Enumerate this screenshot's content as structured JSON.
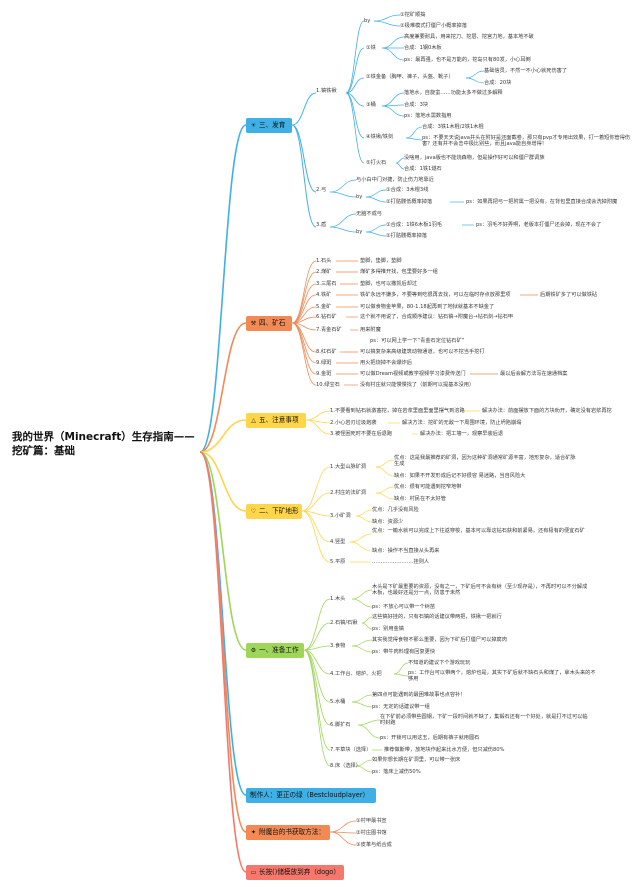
{
  "title": "我的世界（Minecraft）生存指南——挖矿篇：基础",
  "colors": {
    "blue": "#3fb0e6",
    "orange": "#f18a55",
    "yellow": "#ffd54a",
    "green": "#9ed65a",
    "red": "#f6786c"
  },
  "sections": {
    "s3": {
      "label": "三、发育",
      "icon": "lightbulb-icon",
      "tools": "1.镐铁锹",
      "by": "by",
      "by_1": "①挖矿顺捣",
      "by_2": "②极难模式打僵尸小概率掉落",
      "iron": "①铁",
      "iron_1": "高度兼要耐具，用来挖刀、挖层、挖宫力地，基本地不破",
      "iron_2": "合成：1钢0木板",
      "iron_3": "ps：最再强，也不是万能的，挖岛只有80发，小心耳倒",
      "gold": "②铁金备（胸甲、裤子、头盔、靴子）",
      "gold_1": "基础信员，不然一不小心就死伤害了",
      "gold_2": "合成：20块",
      "bucket": "③桶",
      "bucket_1": "落地水，自旋蛮……功能太多不做过多解释",
      "bucket_2": "合成：3块",
      "bucket_3": "ps：落地水需数指用",
      "flint": "④铁锹/铁剑",
      "flint_1": "合成：3铁1木棍/2铁1木棍",
      "flint_2": "ps：不要天天说java并头在附好是还面截卷，那只有pvp才专用出效果，打一着短你管得伤害？还有并不会击中极比别些，而且java能自身增得！",
      "torch": "⑤打火石",
      "torch_1": "没啥用，java版也不能烧森物，但是操作好可以和僵尸群调族",
      "torch_2": "合成：1铁1燧石",
      "bow": "2.弓",
      "bow_1": "与小白中门对捷，防止伤力地靠近",
      "bow_by": "by",
      "bow_by_1": "①合成：3木棍3线",
      "bow_by_2": "②打骷髅低概率掉落",
      "bow_ps": "ps：如果再把弓一把附属一把没有，在背包里直接合成会洗掉附魔",
      "shield": "3.盾",
      "shield_1": "无脑不成弓",
      "shield_by": "by",
      "shield_by_1": "①合成：1铁6木板1羽毛",
      "shield_by_2": "②打骷髅概率掉落",
      "shield_ps": "ps：羽毛不好弄啊，老版本打僵尸还会掉，现在不会了"
    },
    "s4": {
      "label": "四、矿石",
      "icon": "pickaxe-icon",
      "items": [
        {
          "name": "1.石头",
          "desc": "垫脚，垫脚，垫脚"
        },
        {
          "name": "2.煤矿",
          "desc": "煤矿多得推开找，包里要好多一组"
        },
        {
          "name": "3.三尾石",
          "desc": "垫脚，也可以撒凯后却过"
        },
        {
          "name": "4.铁矿",
          "desc": "铁矿永远不嫌多，不要等到吃很再去找，可以在临时存点放那里项",
          "extra": "后期铁矿多了可以做铁砧"
        },
        {
          "name": "5.金矿",
          "desc": "可以做食物金苹果，80-1.18起再到了地狱就基本不缺金了"
        },
        {
          "name": "6.钻石矿",
          "desc": "这个就不用说了，合成顺序建议：钻石镐→附魔台→钻石剑→钻石甲"
        },
        {
          "name": "7.青金石矿",
          "desc": "用来附魔",
          "ps": "ps：可以网上学一下“青金石定位钻石矿”"
        },
        {
          "name": "8.红石矿",
          "desc": "可以搞复杂来高级建筑动物通道，也可以不挖当手挖打"
        },
        {
          "name": "9.绿斑",
          "desc": "用火把烧掉不会爆炸后"
        },
        {
          "name": "9.金斑",
          "desc": "可以做Dream视频或教学视频学习漆费传送门",
          "extra": "最以后会解方法写在速通档案"
        },
        {
          "name": "10.绿宝石",
          "desc": "没有村庄就只能慢慢找了（前期可以提基本没用）"
        }
      ]
    },
    "s5": {
      "label": "五、注意事项",
      "icon": "warning-icon",
      "items": [
        {
          "text": "1.不要看到钻石就激塞挖，掉在岩浆里面里面里摆气到溶路",
          "fix": "解决办法：前面摆放下面的方块劝开，确定没有岩浆再挖"
        },
        {
          "text": "2.小心岩刃垃圾炮袭",
          "fix": "解决方法：挖矿的无敌一下周围环境，防止坍陷崩塌"
        },
        {
          "text": "3.被怪困死时不要在后退跑",
          "fix": "解决办法：把工墙一，观察早装后退"
        }
      ]
    },
    "s2": {
      "label": "二、下矿地形",
      "icon": "heart-icon",
      "cave": "1.大型山脉矿洞",
      "cave_pro": "优点：这是我最推荐的矿洞，因为这种矿洞通常矿源丰富，地形复杂，适合矿脉生成",
      "cave_con": "缺点：如果不开发形成后记不好很容 易迷路，当自风险大",
      "ravine": "2.村庄的法矿洞",
      "ravine_pro": "优点：很有可能遇到挖窄地带",
      "ravine_con": "缺点：村民在不太好管",
      "small": "3.小矿洞",
      "small_pro": "优点：几乎没有风险",
      "small_con": "缺点：资源少",
      "vertical": "4.竖型",
      "vertical_pro": "优点：一锄水就可以完成上下往返穿梭，基本可以靠这钻石获和前紧易。还有极有的便宜石矿",
      "vertical_con": "缺点：操作不当直接从头再来",
      "flat": "5.平原",
      "flat_desc": "……………………挂则人"
    },
    "s1": {
      "label": "一、准备工作",
      "icon": "gear-icon",
      "wood": "1.木头",
      "wood_1": "木头是下矿最重要的资源，没有之一，下矿后可不会有树（至少现存是），不再时可以不分解成木板，也最好还是分一点，防患于未然",
      "wood_2": "ps：不放心可以带一个树苗",
      "stone": "2.石镐/石锹",
      "stone_1": "这些镐好挂的，只有石镐的话建议带两把，铁锹一把就行",
      "stone_2": "ps：别用金镐",
      "food": "3.食物",
      "food_1": "其实我觉得食物不那么重要，因为下矿后打僵尸可以掉腐肉",
      "food_2": "ps：带牛肉料理有回复更快",
      "craft": "4.工作台、熔炉、火把",
      "craft_1": "不知道的建议下个游戏玩玩",
      "craft_2": "ps：工作台可以带两个，熔炉也是，其实下矿后就不缺石头和煤了，拿木头来的不够用",
      "bucket": "5.水桶",
      "bucket_1": "第四点可能遇到的最困难故事也点容补！",
      "bucket_2": "ps：无定的话建议带一组",
      "guide": "6.脚扩石",
      "guide_1": "在下矿前必须带些圆钢，下矿一段时间就不缺了，集锻石还有一个好处，就是打不过可以临时封跑",
      "guide_2": "ps：开锁可以用这玉，后期有裤子就用圆石",
      "brick": "7.平草块（选择）",
      "brick_1": "推荐做斯带，放地块作起来比水方便，但只减伤80%",
      "bed": "8.床（选择）",
      "bed_1": "如果你想长期在矿洞里，可以带一张床",
      "bed_2": "ps：落床上减伤50%"
    },
    "author": {
      "label": "制作人：更正の绿（Bestcloudplayer）",
      "icon": ""
    },
    "shop": {
      "label": "附魔台的书获取方法：",
      "icon": "star-icon",
      "items": [
        "①村甲最书宣",
        "②村庄图书馆",
        "③皮革与纸合成"
      ]
    },
    "thanks": {
      "label": "长按()储模放到弃（dogo）",
      "icon": "monitor-icon"
    }
  }
}
